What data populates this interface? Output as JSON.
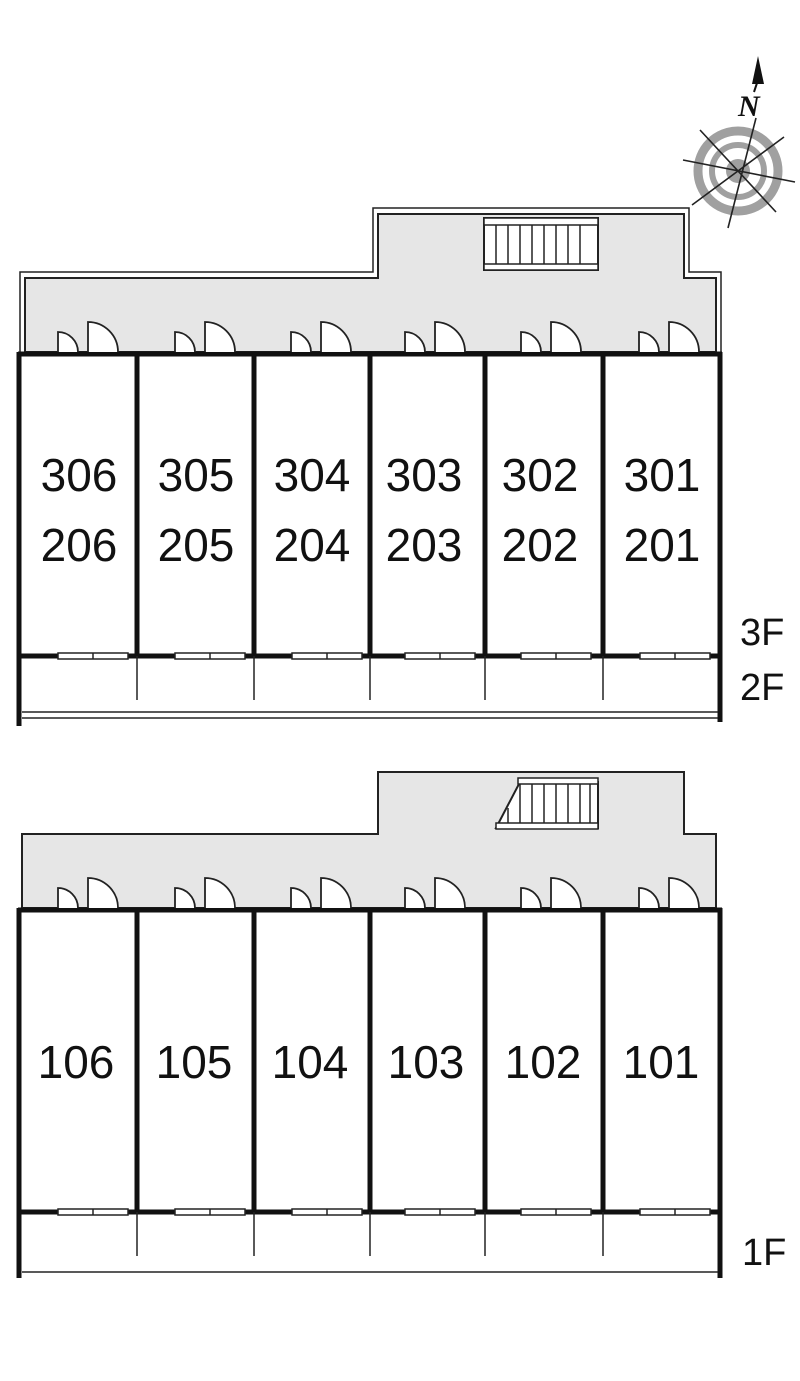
{
  "compass": {
    "north_label": "N",
    "icon": "compass-rose-icon"
  },
  "upper_plan": {
    "floor_labels": [
      "3F",
      "2F"
    ],
    "units": [
      {
        "top": "306",
        "bottom": "206"
      },
      {
        "top": "305",
        "bottom": "205"
      },
      {
        "top": "304",
        "bottom": "204"
      },
      {
        "top": "303",
        "bottom": "203"
      },
      {
        "top": "302",
        "bottom": "202"
      },
      {
        "top": "301",
        "bottom": "201"
      }
    ]
  },
  "lower_plan": {
    "floor_labels": [
      "1F"
    ],
    "units": [
      {
        "top": "106"
      },
      {
        "top": "105"
      },
      {
        "top": "104"
      },
      {
        "top": "103"
      },
      {
        "top": "102"
      },
      {
        "top": "101"
      }
    ]
  },
  "colors": {
    "corridor_fill": "#e6e6e6",
    "wall": "#111111",
    "compass_ring": "#999999"
  }
}
